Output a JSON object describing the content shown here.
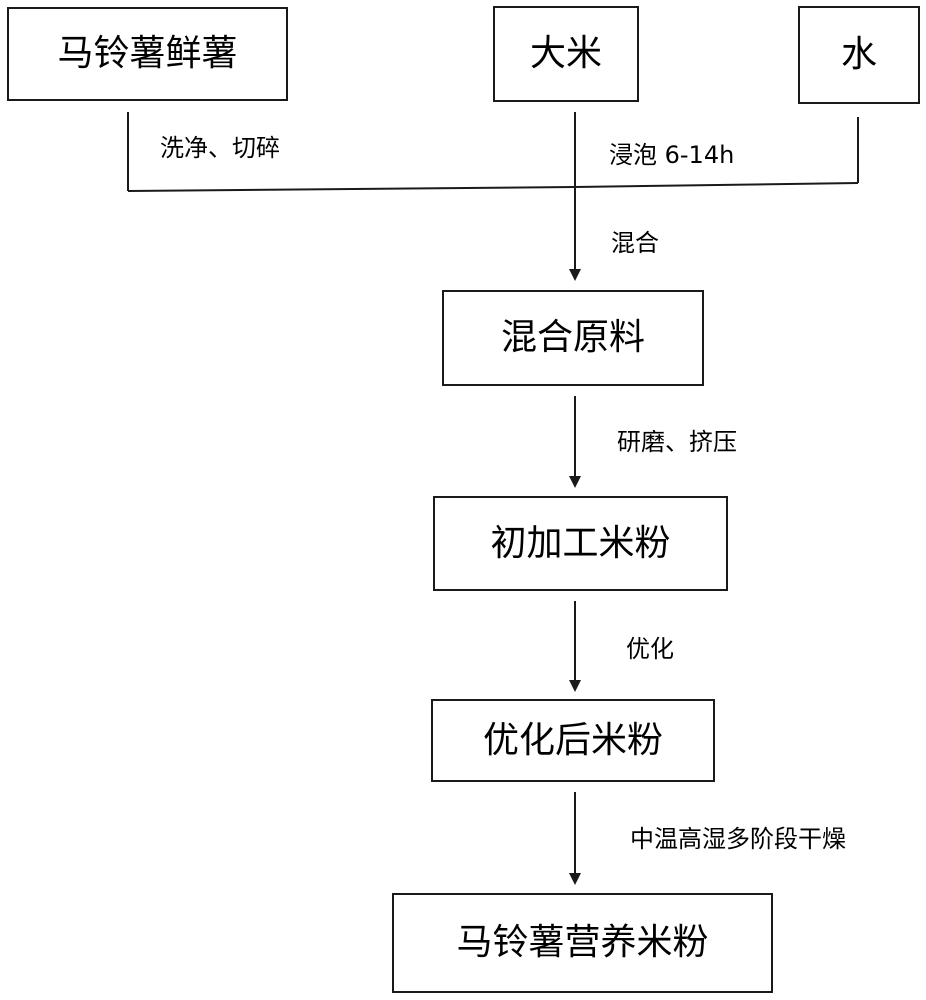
{
  "nodes": {
    "potato": "马铃薯鲜薯",
    "rice": "大米",
    "water": "水",
    "mixed": "混合原料",
    "initial": "初加工米粉",
    "optimized": "优化后米粉",
    "final": "马铃薯营养米粉"
  },
  "edges": {
    "wash": "洗净、切碎",
    "soak": "浸泡 6-14h",
    "mix": "混合",
    "grind": "研磨、挤压",
    "optimize": "优化",
    "dry": "中温高湿多阶段干燥"
  }
}
